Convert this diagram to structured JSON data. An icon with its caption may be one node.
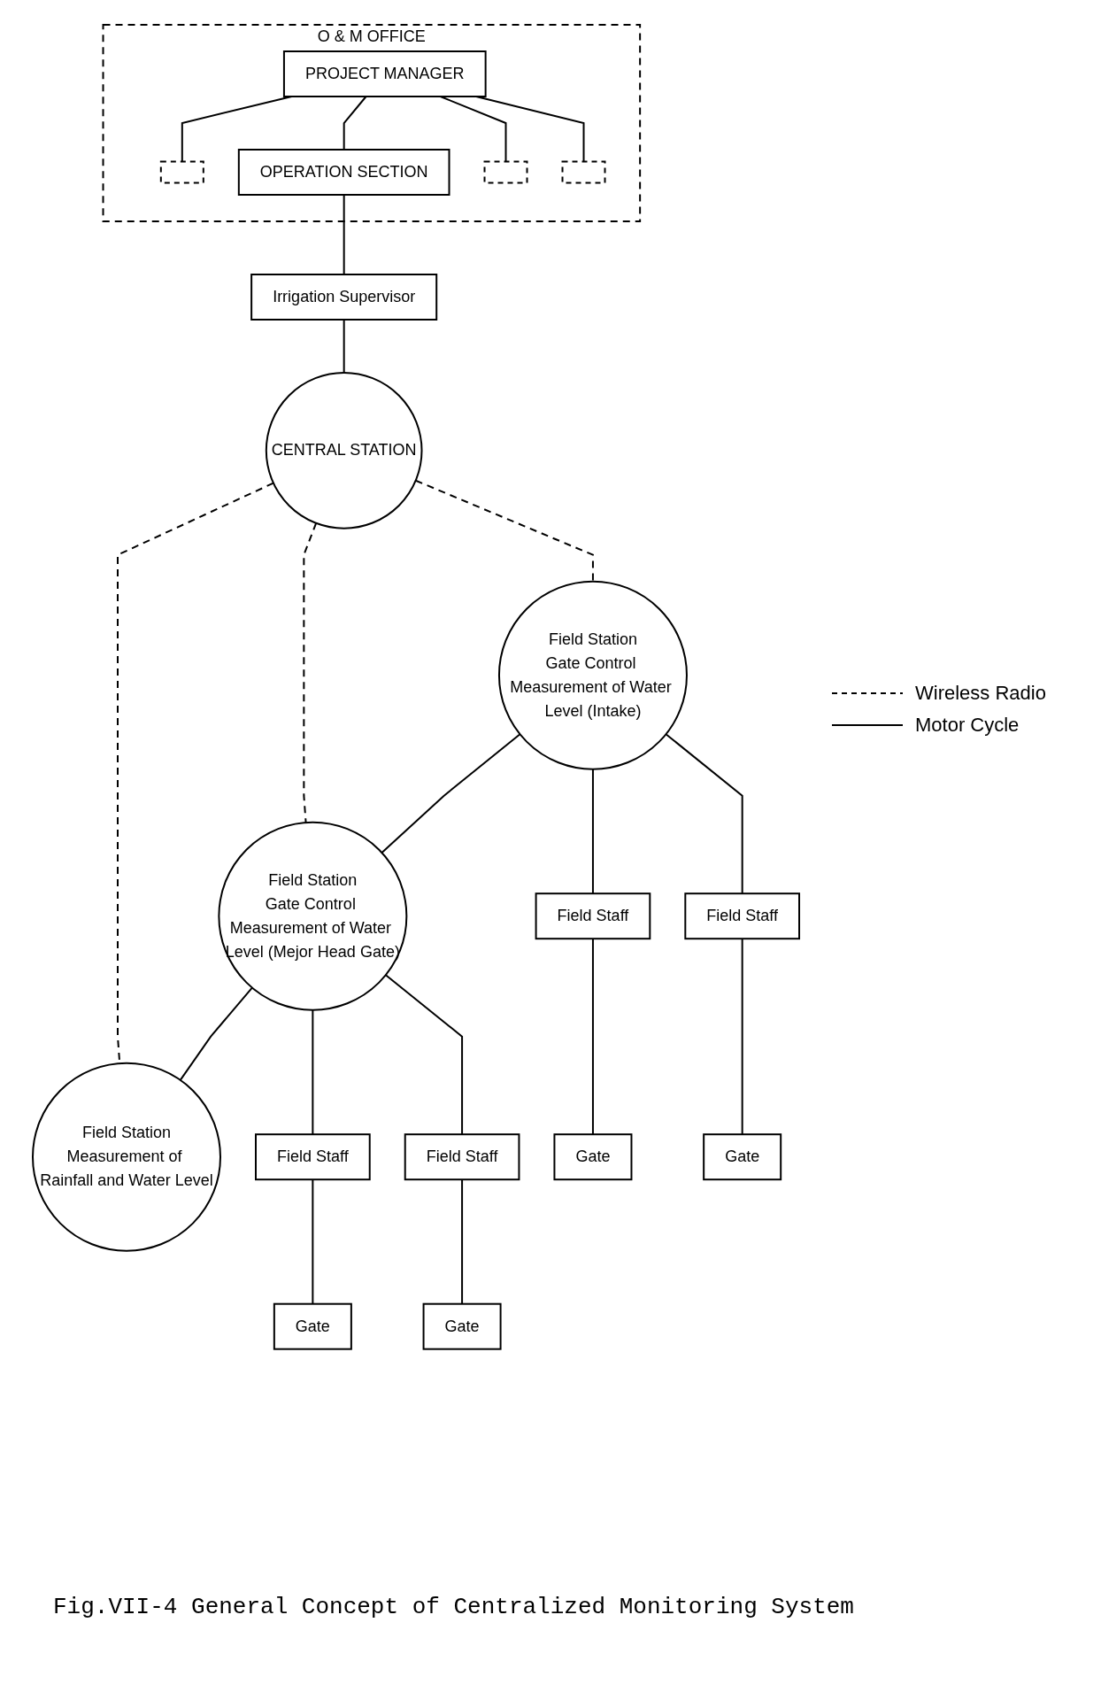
{
  "diagram": {
    "caption": "Fig.VII-4 General Concept of Centralized Monitoring System",
    "nodes": [
      {
        "text": [
          "O & M OFFICE"
        ]
      },
      {
        "text": [
          "PROJECT MANAGER"
        ],
        "in": 0
      },
      {
        "text": [],
        "shape": "box",
        "in": 0
      },
      {
        "text": [
          "OPERATION SECTION"
        ],
        "in": 0
      },
      {
        "text": [],
        "shape": "box",
        "in": 0
      },
      {
        "text": [],
        "shape": "box",
        "in": 0
      },
      {
        "text": [
          "Irrigation Supervisor"
        ]
      },
      {
        "text": [
          "CENTRAL STATION"
        ]
      },
      {
        "text": [
          "Field Station",
          "Gate Control Measurement of Water Level (Intake)"
        ]
      },
      {
        "text": [
          "Field Station",
          "Gate Control Measurement of Water Level (Mejor Head Gate)"
        ]
      },
      {
        "text": [
          "Field Station",
          "Measurement of Rainfall and Water Level"
        ]
      },
      {
        "text": [
          "Field Staff"
        ]
      },
      {
        "text": [
          "Field Staff"
        ]
      },
      {
        "text": [
          "Field Staff"
        ]
      },
      {
        "text": [
          "Field Staff"
        ]
      },
      {
        "text": [
          "Gate"
        ]
      },
      {
        "text": [
          "Gate"
        ]
      },
      {
        "text": [
          "Gate"
        ]
      },
      {
        "text": [
          "Gate"
        ]
      }
    ],
    "edges": [
      {
        "from": 1,
        "to": 2,
        "arrow": "none"
      },
      {
        "from": 1,
        "to": 3,
        "arrow": "none"
      },
      {
        "from": 1,
        "to": 4,
        "arrow": "none"
      },
      {
        "from": 1,
        "to": 5,
        "arrow": "none"
      },
      {
        "from": 3,
        "to": 6,
        "arrow": "none"
      },
      {
        "from": 6,
        "to": 7,
        "arrow": "none"
      },
      {
        "from": 7,
        "to": 8,
        "arrow": "none",
        "style": "dashed"
      },
      {
        "from": 7,
        "to": 9,
        "arrow": "none",
        "style": "dashed"
      },
      {
        "from": 7,
        "to": 10,
        "arrow": "none",
        "style": "dashed"
      },
      {
        "from": 8,
        "to": 9,
        "arrow": "none"
      },
      {
        "from": 9,
        "to": 10,
        "arrow": "none"
      },
      {
        "from": 8,
        "to": 11,
        "arrow": "none"
      },
      {
        "from": 8,
        "to": 12,
        "arrow": "none"
      },
      {
        "from": 9,
        "to": 13,
        "arrow": "none"
      },
      {
        "from": 9,
        "to": 14,
        "arrow": "none"
      },
      {
        "from": 11,
        "to": 15,
        "arrow": "none"
      },
      {
        "from": 12,
        "to": 16,
        "arrow": "none"
      },
      {
        "from": 13,
        "to": 17,
        "arrow": "none"
      },
      {
        "from": 14,
        "to": 18,
        "arrow": "none"
      }
    ],
    "legend": [
      {
        "text": "Wireless Radio"
      },
      {
        "text": "Motor Cycle"
      }
    ]
  }
}
